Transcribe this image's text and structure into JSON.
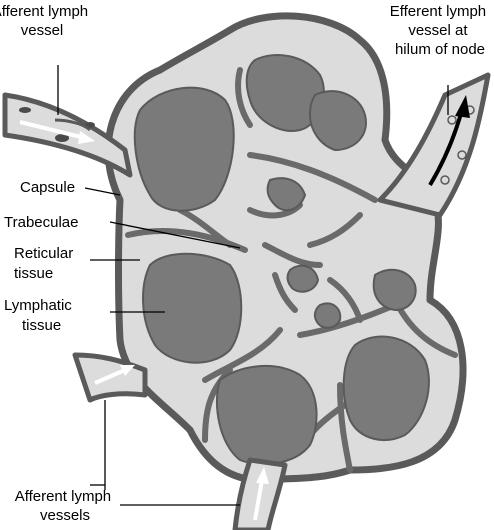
{
  "labels": {
    "afferent_top": [
      "Afferent lymph",
      "vessel"
    ],
    "efferent": [
      "Efferent lymph",
      "vessel at",
      "hilum of node"
    ],
    "capsule": "Capsule",
    "trabeculae": "Trabeculae",
    "reticular": [
      "Reticular",
      "tissue"
    ],
    "lymphatic": [
      "Lymphatic",
      "tissue"
    ],
    "afferent_bottom": [
      "Afferent lymph",
      "vessels"
    ]
  },
  "colors": {
    "capsule": "#5a5a5a",
    "sinus": "#dcdcdc",
    "lymphatic_tissue": "#7a7a7a",
    "arrow_light": "#ffffff",
    "arrow_dark": "#000000"
  }
}
